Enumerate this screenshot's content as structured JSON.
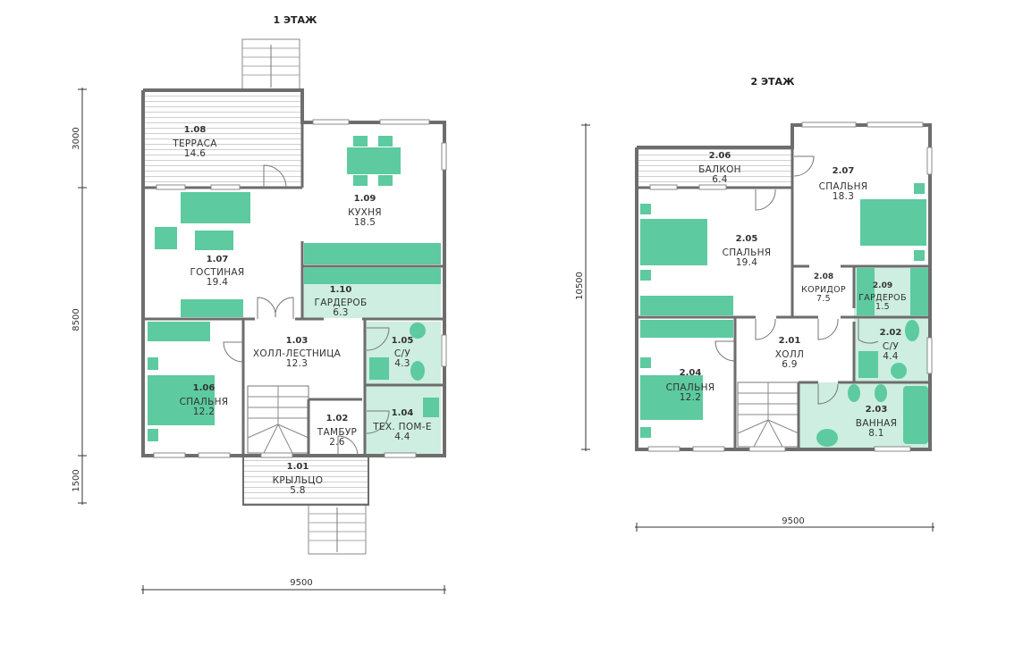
{
  "floors": [
    {
      "title": "1 ЭТАЖ",
      "rooms": [
        {
          "num": "1.01",
          "name": "КРЫЛЬЦО",
          "area": "5.8"
        },
        {
          "num": "1.02",
          "name": "ТАМБУР",
          "area": "2.6"
        },
        {
          "num": "1.03",
          "name": "ХОЛЛ-ЛЕСТНИЦА",
          "area": "12.3"
        },
        {
          "num": "1.04",
          "name": "ТЕХ. ПОМ-Е",
          "area": "4.4"
        },
        {
          "num": "1.05",
          "name": "С/У",
          "area": "4.3"
        },
        {
          "num": "1.06",
          "name": "СПАЛЬНЯ",
          "area": "12.2"
        },
        {
          "num": "1.07",
          "name": "ГОСТИНАЯ",
          "area": "19.4"
        },
        {
          "num": "1.08",
          "name": "ТЕРРАСА",
          "area": "14.6"
        },
        {
          "num": "1.09",
          "name": "КУХНЯ",
          "area": "18.5"
        },
        {
          "num": "1.10",
          "name": "ГАРДЕРОБ",
          "area": "6.3"
        }
      ],
      "dimensions": {
        "vertical": [
          "3000",
          "8500",
          "1500"
        ],
        "horizontal": "9500"
      }
    },
    {
      "title": "2 ЭТАЖ",
      "rooms": [
        {
          "num": "2.01",
          "name": "ХОЛЛ",
          "area": "6.9"
        },
        {
          "num": "2.02",
          "name": "С/У",
          "area": "4.4"
        },
        {
          "num": "2.03",
          "name": "ВАННАЯ",
          "area": "8.1"
        },
        {
          "num": "2.04",
          "name": "СПАЛЬНЯ",
          "area": "12.2"
        },
        {
          "num": "2.05",
          "name": "СПАЛЬНЯ",
          "area": "19.4"
        },
        {
          "num": "2.06",
          "name": "БАЛКОН",
          "area": "6.4"
        },
        {
          "num": "2.07",
          "name": "СПАЛЬНЯ",
          "area": "18.3"
        },
        {
          "num": "2.08",
          "name": "КОРИДОР",
          "area": "7.5"
        },
        {
          "num": "2.09",
          "name": "ГАРДЕРОБ",
          "area": "1.5"
        }
      ],
      "dimensions": {
        "vertical": [
          "10500"
        ],
        "horizontal": "9500"
      }
    }
  ],
  "colors": {
    "furniture": "#5dcaa0",
    "wet_room": "#cdeee0",
    "wall": "#6d6d6d"
  }
}
